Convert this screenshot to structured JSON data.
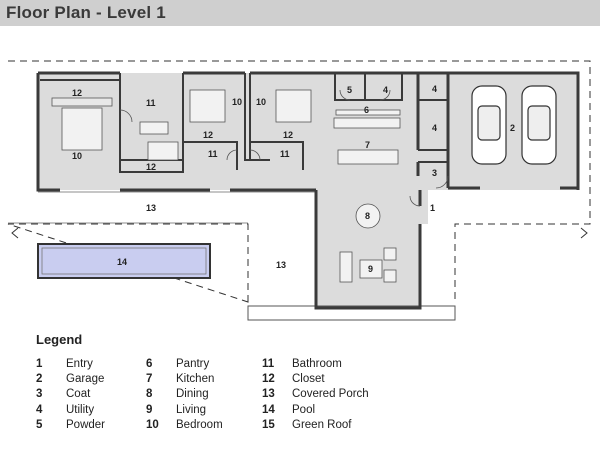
{
  "title": "Floor Plan - Level 1",
  "rooms": {
    "entry": "1",
    "garage": "2",
    "coat": "3",
    "utility_a": "4",
    "utility_b": "4",
    "utility_c": "4",
    "powder": "5",
    "pantry": "6",
    "kitchen": "7",
    "dining": "8",
    "living": "9",
    "bedroom_a": "10",
    "bedroom_b": "10",
    "bedroom_c": "10",
    "bathroom_a": "11",
    "bathroom_b": "11",
    "bathroom_c": "11",
    "closet_a": "12",
    "closet_b": "12",
    "closet_c": "12",
    "closet_d": "12",
    "porch_left": "13",
    "porch_right": "13",
    "pool": "14"
  },
  "legend": {
    "title": "Legend",
    "col1": [
      {
        "num": "1",
        "name": "Entry"
      },
      {
        "num": "2",
        "name": "Garage"
      },
      {
        "num": "3",
        "name": "Coat"
      },
      {
        "num": "4",
        "name": "Utility"
      },
      {
        "num": "5",
        "name": "Powder"
      }
    ],
    "col2": [
      {
        "num": "6",
        "name": "Pantry"
      },
      {
        "num": "7",
        "name": "Kitchen"
      },
      {
        "num": "8",
        "name": "Dining"
      },
      {
        "num": "9",
        "name": "Living"
      },
      {
        "num": "10",
        "name": "Bedroom"
      }
    ],
    "col3": [
      {
        "num": "11",
        "name": "Bathroom"
      },
      {
        "num": "12",
        "name": "Closet"
      },
      {
        "num": "13",
        "name": "Covered Porch"
      },
      {
        "num": "14",
        "name": "Pool"
      },
      {
        "num": "15",
        "name": "Green Roof"
      }
    ]
  },
  "colors": {
    "floor": "#dcdcdc",
    "wall": "#3a3a3a",
    "pool": "#c9cdf0",
    "title_bar": "#cfcfcf"
  }
}
